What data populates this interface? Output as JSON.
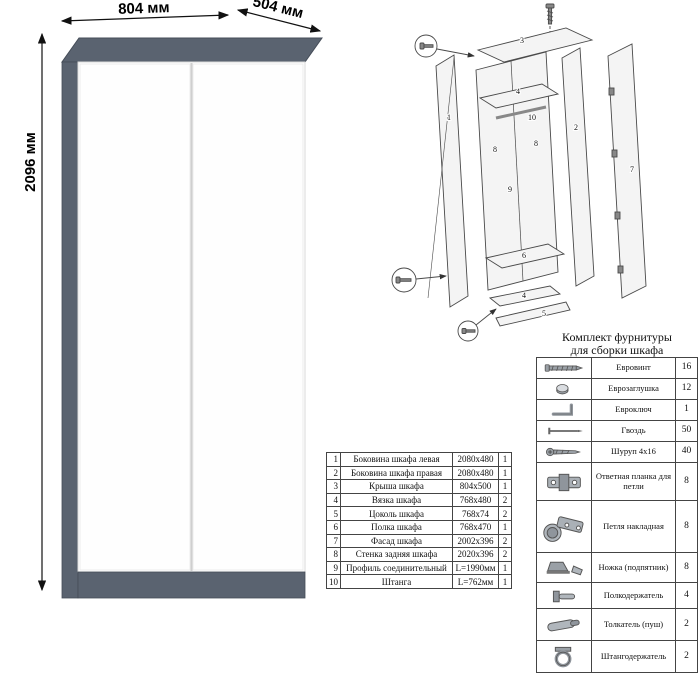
{
  "colors": {
    "cabinet_dark": "#5a6370",
    "cabinet_stroke": "#454d58",
    "door_white": "#ffffff",
    "table_border": "#444444"
  },
  "dimensions": {
    "width": "804 мм",
    "depth": "504 мм",
    "height": "2096 мм"
  },
  "exploded": {
    "n1": "1",
    "n2": "2",
    "n3": "3",
    "n4a": "4",
    "n4b": "4",
    "n5": "5",
    "n6": "6",
    "n7": "7",
    "n8a": "8",
    "n8b": "8",
    "n9": "9",
    "n10": "10"
  },
  "parts_table": {
    "rows": [
      {
        "num": "1",
        "name": "Боковина шкафа левая",
        "size": "2080x480",
        "qty": "1"
      },
      {
        "num": "2",
        "name": "Боковина шкафа правая",
        "size": "2080x480",
        "qty": "1"
      },
      {
        "num": "3",
        "name": "Крыша шкафа",
        "size": "804x500",
        "qty": "1"
      },
      {
        "num": "4",
        "name": "Вязка шкафа",
        "size": "768x480",
        "qty": "2"
      },
      {
        "num": "5",
        "name": "Цоколь шкафа",
        "size": "768x74",
        "qty": "2"
      },
      {
        "num": "6",
        "name": "Полка шкафа",
        "size": "768x470",
        "qty": "1"
      },
      {
        "num": "7",
        "name": "Фасад шкафа",
        "size": "2002x396",
        "qty": "2"
      },
      {
        "num": "8",
        "name": "Стенка задняя шкафа",
        "size": "2020x396",
        "qty": "2"
      },
      {
        "num": "9",
        "name": "Профиль соединительный",
        "size": "L=1990мм",
        "qty": "1"
      },
      {
        "num": "10",
        "name": "Штанга",
        "size": "L=762мм",
        "qty": "1"
      }
    ]
  },
  "hardware": {
    "title1": "Комплект фурнитуры",
    "title2": "для сборки шкафа",
    "items": [
      {
        "icon": "euroscrew-icon",
        "name": "Евровинт",
        "qty": "16"
      },
      {
        "icon": "euro-plug-icon",
        "name": "Еврозаглушка",
        "qty": "12"
      },
      {
        "icon": "hex-key-icon",
        "name": "Евроключ",
        "qty": "1"
      },
      {
        "icon": "nail-icon",
        "name": "Гвоздь",
        "qty": "50"
      },
      {
        "icon": "screw-icon",
        "name": "Шуруп 4х16",
        "qty": "40"
      },
      {
        "icon": "hinge-plate-icon",
        "name": "Ответная планка для петли",
        "qty": "8"
      },
      {
        "icon": "hinge-icon",
        "name": "Петля накладная",
        "qty": "8"
      },
      {
        "icon": "foot-icon",
        "name": "Ножка (подпятник)",
        "qty": "8"
      },
      {
        "icon": "shelf-holder-icon",
        "name": "Полкодержатель",
        "qty": "4"
      },
      {
        "icon": "push-opener-icon",
        "name": "Толкатель (пуш)",
        "qty": "2"
      },
      {
        "icon": "rod-holder-icon",
        "name": "Штангодержатель",
        "qty": "2"
      }
    ]
  }
}
